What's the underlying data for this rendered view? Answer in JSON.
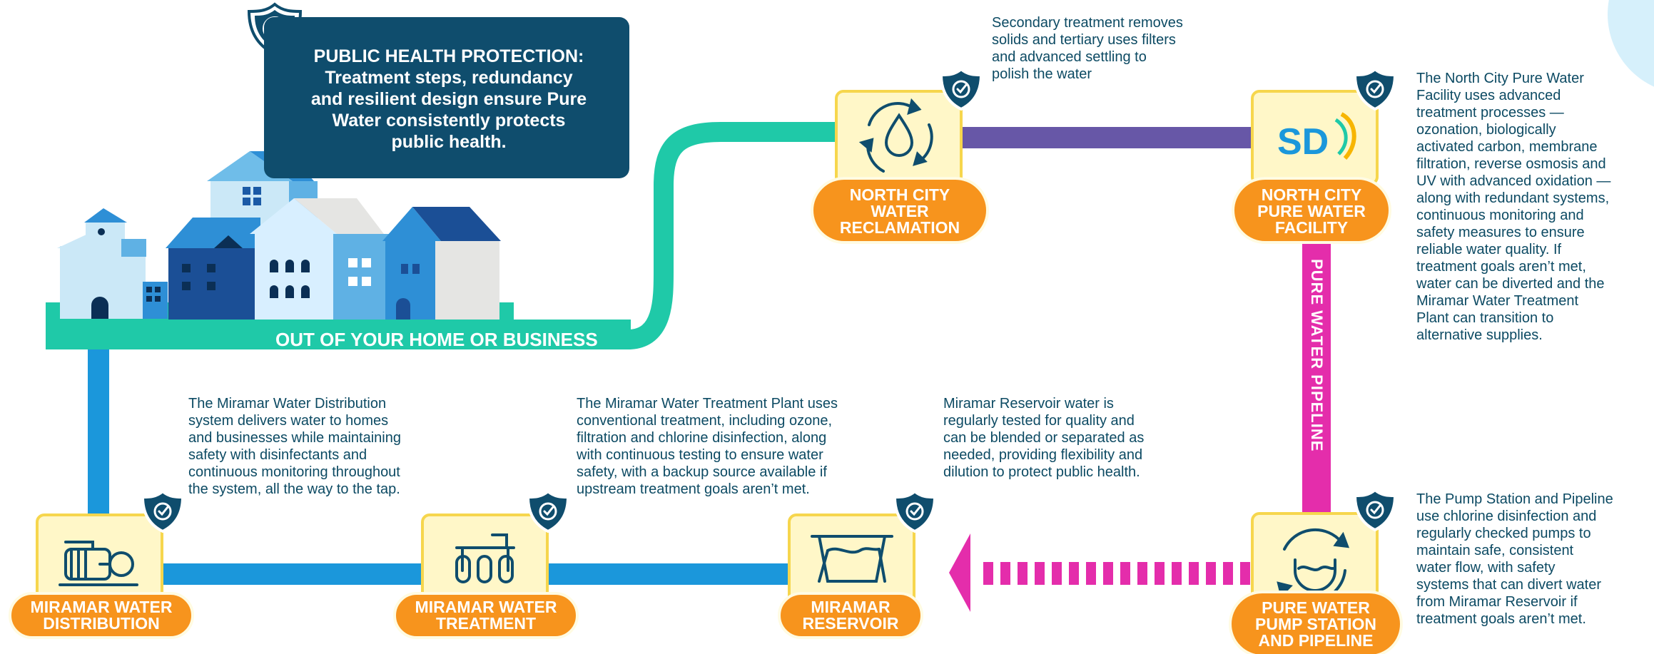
{
  "colors": {
    "navy": "#0f4d6d",
    "teal_band": "#1fc9a8",
    "blue_pipe": "#1b97db",
    "purple_pipe": "#6757a7",
    "magenta_pipe": "#e42dab",
    "node_yellow": "#fff7c8",
    "node_border": "#f6d64d",
    "label_orange": "#f7941d"
  },
  "callout": {
    "lines": [
      "PUBLIC HEALTH PROTECTION:",
      "Treatment steps, redundancy",
      "and resilient design ensure Pure",
      "Water consistently protects",
      "public health."
    ]
  },
  "home_band": {
    "label": "OUT OF YOUR HOME OR BUSINESS"
  },
  "pipeline": {
    "label": "PURE WATER PIPELINE"
  },
  "stages": [
    {
      "id": "north-city-water-reclamation",
      "icon": "recycle-droplet-icon",
      "label_lines": [
        "NORTH CITY",
        "WATER",
        "RECLAMATION"
      ],
      "description_lines": [
        "Secondary treatment removes",
        "solids and tertiary uses filters",
        "and advanced settling to",
        "polish the water"
      ]
    },
    {
      "id": "north-city-pure-water-facility",
      "icon": "sd-logo",
      "logo_text": "SD",
      "label_lines": [
        "NORTH CITY",
        "PURE WATER",
        "FACILITY"
      ],
      "description_lines": [
        "The North City Pure Water",
        "Facility uses advanced",
        "treatment processes —",
        "ozonation, biologically",
        "activated carbon, membrane",
        "filtration, reverse osmosis and",
        "UV with advanced oxidation —",
        "along with redundant systems,",
        "continuous monitoring and",
        "safety measures to ensure",
        "reliable water quality. If",
        "treatment goals aren’t met,",
        "water can be diverted and the",
        "Miramar Water Treatment",
        "Plant can transition to",
        "alternative supplies."
      ]
    },
    {
      "id": "pure-water-pump-station",
      "icon": "pump-cycle-icon",
      "label_lines": [
        "PURE WATER",
        "PUMP STATION",
        "AND PIPELINE"
      ],
      "description_lines": [
        "The Pump Station and Pipeline",
        "use chlorine disinfection and",
        "regularly checked pumps to",
        "maintain safe, consistent",
        "water flow, with safety",
        "systems that can divert water",
        "from Miramar Reservoir if",
        "treatment goals aren’t met."
      ]
    },
    {
      "id": "miramar-reservoir",
      "icon": "reservoir-icon",
      "label_lines": [
        "MIRAMAR",
        "RESERVOIR"
      ],
      "description_lines": [
        "Miramar Reservoir water is",
        "regularly tested for quality and",
        "can be blended or separated as",
        "needed, providing flexibility and",
        "dilution to protect public health."
      ]
    },
    {
      "id": "miramar-water-treatment",
      "icon": "filter-tanks-icon",
      "label_lines": [
        "MIRAMAR WATER",
        "TREATMENT"
      ],
      "description_lines": [
        "The Miramar Water Treatment Plant uses",
        "conventional treatment, including ozone,",
        "filtration and chlorine disinfection, along",
        "with continuous testing to ensure water",
        "safety, with a backup source available if",
        "upstream treatment goals aren’t met."
      ]
    },
    {
      "id": "miramar-water-distribution",
      "icon": "pump-motor-icon",
      "label_lines": [
        "MIRAMAR WATER",
        "DISTRIBUTION"
      ],
      "description_lines": [
        "The Miramar Water Distribution",
        "system delivers water to homes",
        "and businesses while maintaining",
        "safety with disinfectants and",
        "continuous monitoring throughout",
        "the system, all the way to the tap."
      ]
    }
  ]
}
